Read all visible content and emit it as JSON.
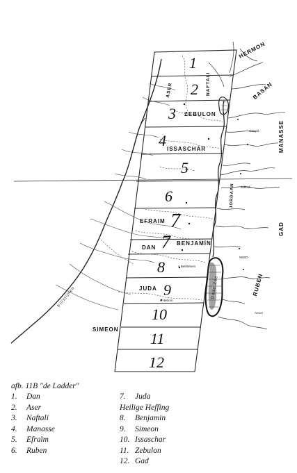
{
  "map": {
    "strips": [
      "1",
      "2",
      "3",
      "4",
      "5",
      "6",
      "7",
      "7",
      "8",
      "9",
      "10",
      "11",
      "12"
    ],
    "regions": {
      "naftali": "NAFTALI",
      "zebulon": "ZEBULON",
      "issaschar": "ISSASCHAR",
      "efraim": "EFRAIM",
      "dan": "DAN",
      "benjamin": "BENJAMIN",
      "juda": "JUDA",
      "simeon": "SIMEON",
      "hermon": "HERMON",
      "basan": "BASAN",
      "manasse": "MANASSE",
      "jordaan": "JORDAAN",
      "gad": "GAD",
      "ruben": "RUBEN",
      "filistijnen": "Filistijnen",
      "dode_zee": "Dode Zee",
      "aser": "ASER"
    },
    "places": {
      "jermuk": "Jermuk",
      "jabbok": "Jabbok",
      "hebron": "o Hebron",
      "bethlehem": "o Bethlehem",
      "arnon": "Arnon",
      "nebo": "NEBO"
    }
  },
  "legend": {
    "caption": "afb. 11B \"de Ladder\"",
    "col1": [
      {
        "num": "1.",
        "name": "Dan"
      },
      {
        "num": "2.",
        "name": "Aser"
      },
      {
        "num": "3.",
        "name": "Naftali"
      },
      {
        "num": "4.",
        "name": "Manasse"
      },
      {
        "num": "5.",
        "name": "Efraïm"
      },
      {
        "num": "6.",
        "name": "Ruben"
      }
    ],
    "col2": [
      {
        "num": "7.",
        "name": "Juda"
      },
      {
        "num": "",
        "name": "Heilige Heffing"
      },
      {
        "num": "8.",
        "name": "Benjamin"
      },
      {
        "num": "9.",
        "name": "Simeon"
      },
      {
        "num": "10.",
        "name": "Issaschar"
      },
      {
        "num": "11.",
        "name": "Zebulon"
      },
      {
        "num": "12.",
        "name": "Gad"
      }
    ]
  }
}
